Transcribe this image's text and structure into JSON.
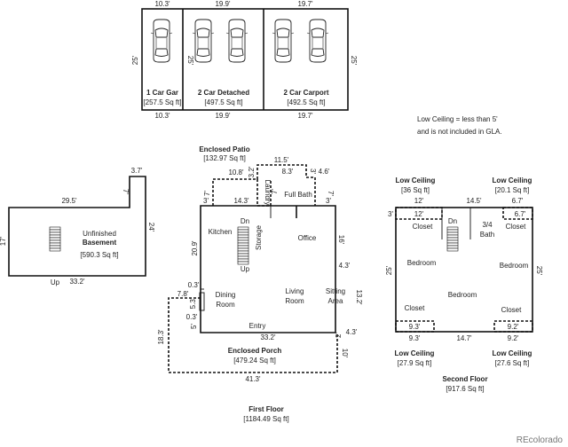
{
  "garage": {
    "top_dims": [
      "10.3'",
      "19.9'",
      "19.7'"
    ],
    "bottom_dims": [
      "10.3'",
      "19.9'",
      "19.7'"
    ],
    "left_dim": "25'",
    "inner_dim": "25'",
    "right_dim": "25'",
    "sections": [
      {
        "name": "1 Car Gar",
        "area": "[257.5 Sq ft]"
      },
      {
        "name": "2 Car Detached",
        "area": "[497.5 Sq ft]"
      },
      {
        "name": "2 Car Carport",
        "area": "[492.5 Sq ft]"
      }
    ]
  },
  "note": {
    "line1": "Low Ceiling = less than 5'",
    "line2": "and is not included in GLA."
  },
  "basement": {
    "name1": "Unfinished",
    "name2": "Basement",
    "area": "[590.3 Sq ft]",
    "dims": {
      "top": "29.5'",
      "left": "17'",
      "notch_w": "3.7'",
      "notch_h": "7'",
      "right": "24'",
      "bottom": "33.2'"
    },
    "stair_label": "Up"
  },
  "first_floor": {
    "title": "First Floor",
    "area": "[1184.49 Sq ft]",
    "patio": {
      "name": "Enclosed Patio",
      "area": "[132.97 Sq ft]"
    },
    "porch": {
      "name": "Enclosed Porch",
      "area": "[479.24 Sq ft]"
    },
    "rooms": {
      "kitchen": "Kitchen",
      "storage": "Storage",
      "dn": "Dn",
      "up": "Up",
      "laundry": "Laundry",
      "full_bath": "Full Bath",
      "office": "Office",
      "dining1": "Dining",
      "dining2": "Room",
      "living1": "Living",
      "living2": "Room",
      "sitting1": "Sitting",
      "sitting2": "Area",
      "entry": "Entry"
    },
    "dims": {
      "d11_5": "11.5'",
      "d10_8": "10.8'",
      "d3_2": "3.2'",
      "d8_3": "8.3'",
      "d3": "3'",
      "d4_6": "4.6'",
      "d14_3": "14.3'",
      "d7a": "7'",
      "d3b": "3'",
      "d7b": "7'",
      "d3c": "3'",
      "d7c": "7'",
      "d20_9": "20.9'",
      "d16": "16'",
      "d4_3a": "4.3'",
      "d13_2": "13.2'",
      "d0_3a": "0.3'",
      "d7_8": "7.8'",
      "d5_3": "5.3'",
      "d0_3b": "0.3'",
      "d5": "5'",
      "d18_3": "18.3'",
      "d33_2": "33.2'",
      "d2": "2'",
      "d4_3b": "4.3'",
      "d10": "10'",
      "d41_3": "41.3'"
    }
  },
  "second_floor": {
    "title": "Second Floor",
    "area": "[917.6 Sq ft]",
    "low_ceilings": [
      {
        "name": "Low Ceiling",
        "area": "[36 Sq ft]"
      },
      {
        "name": "Low Ceiling",
        "area": "[20.1 Sq ft]"
      },
      {
        "name": "Low Ceiling",
        "area": "[27.9 Sq ft]"
      },
      {
        "name": "Low Ceiling",
        "area": "[27.6 Sq ft]"
      }
    ],
    "rooms": {
      "closet": "Closet",
      "dn": "Dn",
      "bath1": "3/4",
      "bath2": "Bath",
      "bedroom": "Bedroom"
    },
    "dims": {
      "d12a": "12'",
      "d14_5": "14.5'",
      "d6_7a": "6.7'",
      "d12b": "12'",
      "d3": "3'",
      "d6_7b": "6.7'",
      "d25": "25'",
      "d9_3a": "9.3'",
      "d9_3b": "9.3'",
      "d14_7": "14.7'",
      "d9_2a": "9.2'",
      "d9_2b": "9.2'"
    }
  },
  "watermark": "REcolorado"
}
